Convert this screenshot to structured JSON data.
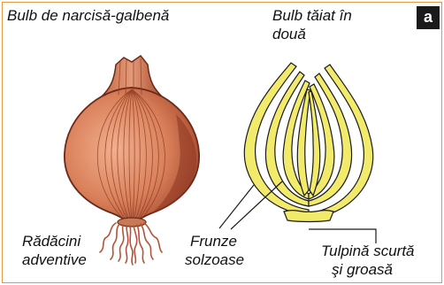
{
  "badge": "a",
  "labels": {
    "left_title": "Bulb de narcisă-galbenă",
    "right_title_line1": "Bulb tăiat în",
    "right_title_line2": "două",
    "roots_line1": "Rădăcini",
    "roots_line2": "adventive",
    "leaves_line1": "Frunze",
    "leaves_line2": "solzoase",
    "stem_line1": "Tulpină scurtă",
    "stem_line2": "şi groasă"
  },
  "colors": {
    "bulb_skin": "#d9805a",
    "bulb_dark": "#a84a2e",
    "scale_fill": "#f2ea6a",
    "frame": "#e09a3c"
  }
}
